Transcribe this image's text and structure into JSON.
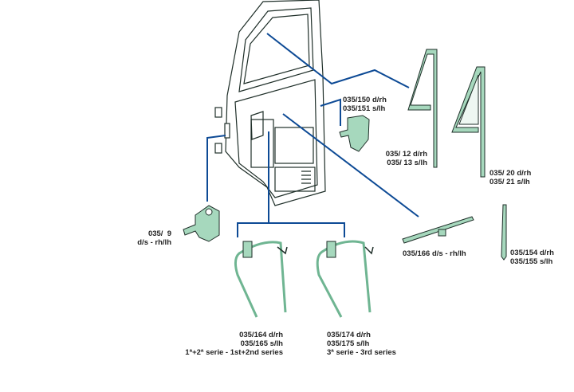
{
  "colors": {
    "leader": "#0d4a95",
    "part_fill": "#a6d8bd",
    "outline": "#1e2e28"
  },
  "labels": {
    "lock": [
      "035/150 d/rh",
      "035/151 s/lh"
    ],
    "vent_frame": [
      "035/ 12 d/rh",
      "035/ 13 s/lh"
    ],
    "vent_glass": [
      "035/ 20 d/rh",
      "035/ 21 s/lh"
    ],
    "hinge": [
      "035/  9",
      "d/s - rh/lh"
    ],
    "channel": [
      "035/166 d/s - rh/lh"
    ],
    "rod": [
      "035/154 d/rh",
      "035/155 s/lh"
    ],
    "regulator_a": [
      "035/164 d/rh",
      "035/165 s/lh",
      "1ª+2ª serie - 1st+2nd series"
    ],
    "regulator_b": [
      "035/174 d/rh",
      "035/175 s/lh",
      "3ª serie - 3rd series"
    ]
  }
}
